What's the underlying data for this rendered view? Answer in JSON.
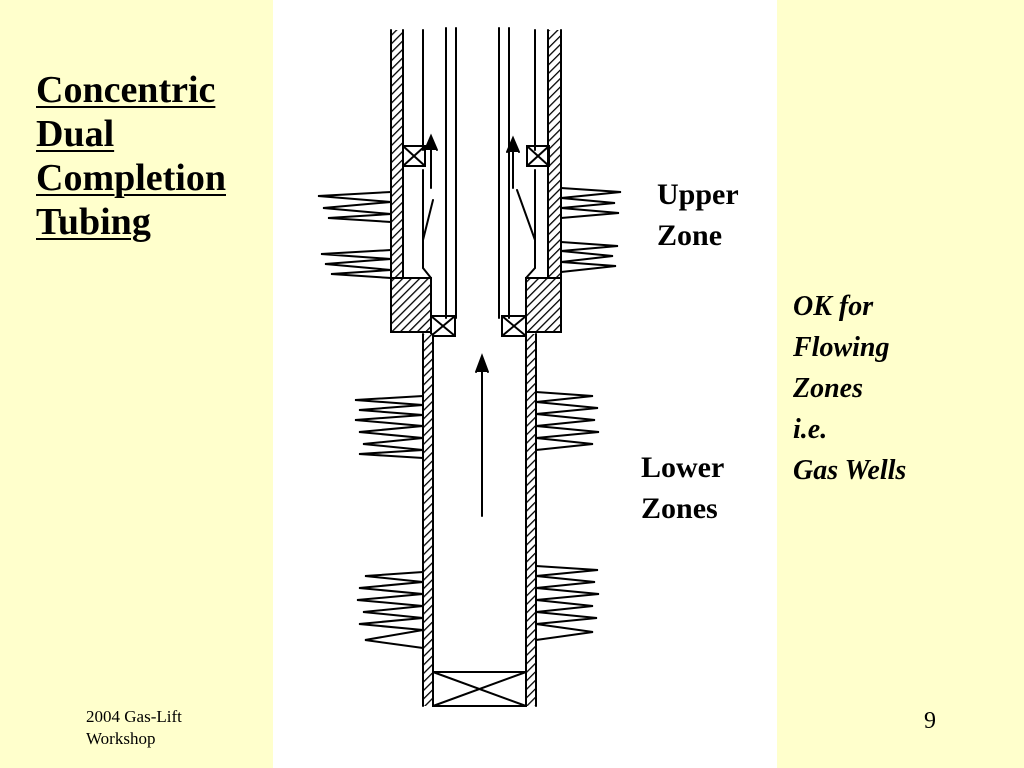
{
  "slide": {
    "title_lines": [
      "Concentric",
      "Dual",
      "Completion",
      "Tubing"
    ],
    "upper_zone_lines": [
      "Upper",
      "Zone"
    ],
    "lower_zones_lines": [
      "Lower",
      "Zones"
    ],
    "note_lines": [
      "OK for",
      "Flowing",
      "Zones",
      "i.e.",
      "Gas Wells"
    ],
    "footer_lines": [
      "2004 Gas-Lift",
      "Workshop"
    ],
    "page_number": "9"
  },
  "colors": {
    "background": "#ffffcc",
    "diagram_background": "#ffffff",
    "ink": "#000000"
  }
}
